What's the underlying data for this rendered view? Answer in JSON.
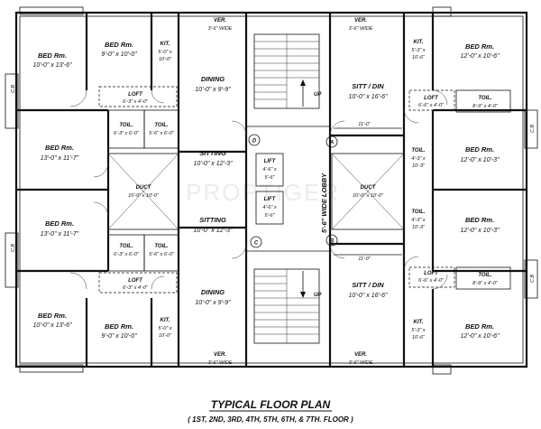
{
  "title": "TYPICAL FLOOR PLAN",
  "subtitle": "( 1ST, 2ND, 3RD, 4TH, 5TH, 6TH, & 7TH. FLOOR )",
  "watermark": "PROPTIGER",
  "ver_top_left": {
    "name": "VER.",
    "dim": "3'-6\" WIDE"
  },
  "ver_top_right": {
    "name": "VER.",
    "dim": "3'-6\" WIDE"
  },
  "ver_bottom_left": {
    "name": "VER.",
    "dim": "3'-6\" WIDE"
  },
  "ver_bottom_right": {
    "name": "VER.",
    "dim": "3'-6\" WIDE"
  },
  "lobby": "5'-6\" WIDE LOBBY",
  "lift_a": {
    "name": "LIFT",
    "dim1": "4'-6\" x",
    "dim2": "5'-6\""
  },
  "lift_b": {
    "name": "LIFT",
    "dim1": "4'-6\" x",
    "dim2": "5'-6\""
  },
  "up_top": "UP",
  "up_bottom": "UP",
  "markers": {
    "a": "A",
    "b": "B",
    "c": "C",
    "d": "D"
  },
  "dim_11_top": "11'-0\"",
  "dim_11_bottom": "11'-0\"",
  "cb_label": "C.B",
  "left_units": {
    "bed1": {
      "name": "BED Rm.",
      "dim": "10'-0\" x 13'-6\""
    },
    "bed2": {
      "name": "BED Rm.",
      "dim": "9'-0\" x 10'-0\""
    },
    "kit1": {
      "name": "KIT.",
      "dim1": "5'-0\" x",
      "dim2": "10'-0\""
    },
    "dining1": {
      "name": "DINING",
      "dim": "10'-0\" x 9'-9\""
    },
    "loft1": {
      "name": "LOFT",
      "dim": "6'-3\" x 4'-0\""
    },
    "toil1a": {
      "name": "TOIL.",
      "dim": "6'-3\" x 6'-0\""
    },
    "toil1b": {
      "name": "TOIL.",
      "dim": "5'-6\" x 6'-0\""
    },
    "bed3": {
      "name": "BED Rm.",
      "dim": "13'-0\" x 11'-7\""
    },
    "sitting1": {
      "name": "SITTING",
      "dim": "10'-0\" x 12'-3\""
    },
    "duct1": {
      "name": "DUCT",
      "dim": "10'-0\" x 10'-0\""
    },
    "bed4": {
      "name": "BED Rm.",
      "dim": "13'-0\" x 11'-7\""
    },
    "sitting2": {
      "name": "SITTING",
      "dim": "10'-0\" x 12'-3\""
    },
    "toil2a": {
      "name": "TOIL.",
      "dim": "6'-3\" x 6'-0\""
    },
    "toil2b": {
      "name": "TOIL.",
      "dim": "5'-6\" x 6'-0\""
    },
    "loft2": {
      "name": "LOFT",
      "dim": "6'-3\" x 4'-0\""
    },
    "dining2": {
      "name": "DINING",
      "dim": "10'-0\" x 9'-9\""
    },
    "bed5": {
      "name": "BED Rm.",
      "dim": "10'-0\" x 13'-6\""
    },
    "bed6": {
      "name": "BED Rm.",
      "dim": "9'-0\" x 10'-0\""
    },
    "kit2": {
      "name": "KIT.",
      "dim1": "5'-0\" x",
      "dim2": "10'-0\""
    }
  },
  "right_units": {
    "kit1": {
      "name": "KIT.",
      "dim1": "5'-3\" x",
      "dim2": "10'-6\""
    },
    "bed1": {
      "name": "BED Rm.",
      "dim": "12'-0\" x 10'-6\""
    },
    "sitt1": {
      "name": "SITT / DIN",
      "dim": "10'-0\" x 16'-6\""
    },
    "loft1": {
      "name": "LOFT",
      "dim": "6'-6\" x 4'-0\""
    },
    "toil1a": {
      "name": "TOIL.",
      "dim": "8'-9\" x 4'-0\""
    },
    "toil1b": {
      "name": "TOIL.",
      "dim1": "4'-3\" x",
      "dim2": "10'-3\""
    },
    "bed2": {
      "name": "BED Rm.",
      "dim": "12'-0\" x 10'-3\""
    },
    "duct1": {
      "name": "DUCT",
      "dim": "10'-0\" x 10'-0\""
    },
    "toil2b": {
      "name": "TOIL.",
      "dim1": "4'-3\" x",
      "dim2": "10'-3\""
    },
    "bed3": {
      "name": "BED Rm.",
      "dim": "12'-0\" x 10'-3\""
    },
    "loft2": {
      "name": "LOFT",
      "dim": "6'-6\" x 4'-0\""
    },
    "toil2a": {
      "name": "TOIL.",
      "dim": "8'-9\" x 4'-0\""
    },
    "sitt2": {
      "name": "SITT / DIN",
      "dim": "10'-0\" x 16'-6\""
    },
    "kit2": {
      "name": "KIT.",
      "dim1": "5'-3\" x",
      "dim2": "10'-6\""
    },
    "bed4": {
      "name": "BED Rm.",
      "dim": "12'-0\" x 10'-6\""
    }
  }
}
